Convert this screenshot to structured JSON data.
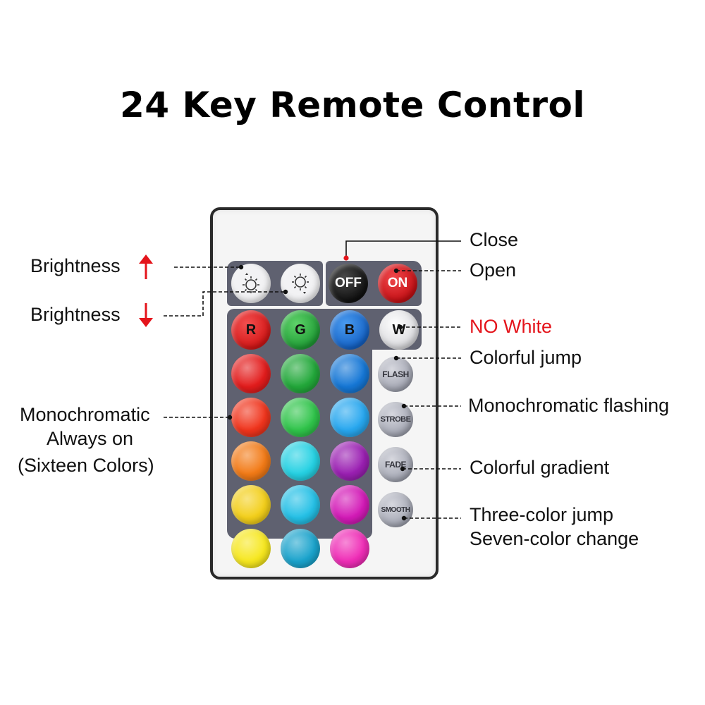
{
  "title": "24 Key Remote Control",
  "buttons": {
    "brightness_up_icon": "sun-up-icon",
    "brightness_down_icon": "sun-down-icon",
    "off": "OFF",
    "on": "ON",
    "r": "R",
    "g": "G",
    "b": "B",
    "w": "W",
    "flash": "FLASH",
    "strobe": "STROBE",
    "fade": "FADE",
    "smooth": "SMOOTH"
  },
  "color_keys": [
    "#e31c1c",
    "#22a83a",
    "#1577d6",
    "#f0341c",
    "#2fc44a",
    "#27a7ef",
    "#f27a16",
    "#25d1e3",
    "#9a1fb2",
    "#f3cf1a",
    "#24c0e6",
    "#d31ab7",
    "#f6e71e",
    "#1aa3cc",
    "#ef2cb6"
  ],
  "labels": {
    "brightness_up": "Brightness",
    "brightness_down": "Brightness",
    "monochromatic_line1": "Monochromatic",
    "monochromatic_line2": "Always on",
    "monochromatic_line3": "(Sixteen Colors)",
    "close": "Close",
    "open": "Open",
    "no_white": "NO White",
    "colorful_jump": "Colorful jump",
    "monochromatic_flashing": "Monochromatic flashing",
    "colorful_gradient": "Colorful gradient",
    "three_color_jump": "Three-color jump",
    "seven_color_change": "Seven-color change"
  },
  "colors": {
    "accent_red": "#e4141b",
    "panel": "#5f6170",
    "off_button": "#1c1c1c",
    "on_button": "#d8161b"
  }
}
